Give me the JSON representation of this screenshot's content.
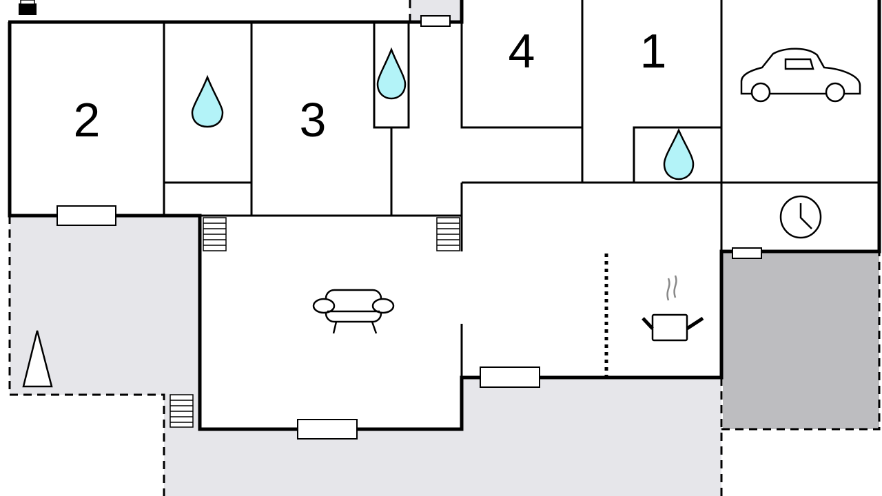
{
  "rooms": {
    "bedroom_a": {
      "label": "2"
    },
    "bedroom_b": {
      "label": "3"
    },
    "bedroom_c": {
      "label": "4"
    },
    "bedroom_d": {
      "label": "1"
    }
  },
  "colors": {
    "terrace": "#e6e6ea",
    "carport": "#bdbdc0",
    "water": "#b3f3f8"
  },
  "icons": [
    "water-drop-icon",
    "car-icon",
    "clock-icon",
    "sofa-icon",
    "cooking-pot-icon",
    "tree-icon",
    "stairs-icon"
  ]
}
